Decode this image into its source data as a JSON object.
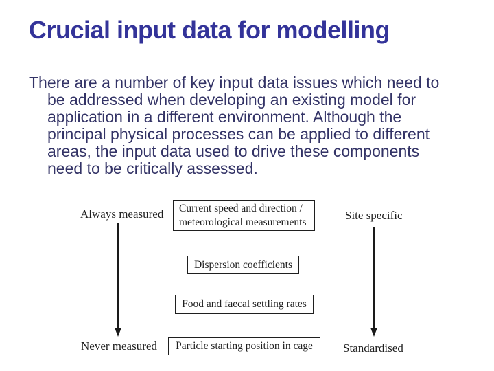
{
  "slide": {
    "title": "Crucial input data for modelling",
    "paragraph": {
      "lines": [
        "There are a number of key input data issues which need to",
        "be addressed when developing an existing model for",
        "application in a different environment. Although the",
        "principal physical processes can be applied to different",
        "areas, the input data used to drive these components",
        "need to be critically assessed."
      ]
    },
    "diagram": {
      "labels": {
        "top_left": "Always measured",
        "top_right": "Site specific",
        "bottom_left": "Never measured",
        "bottom_right": "Standardised"
      },
      "boxes": [
        {
          "lines": [
            "Current speed and direction /",
            "meteorological measurements"
          ]
        },
        {
          "lines": [
            "Dispersion coefficients"
          ]
        },
        {
          "lines": [
            "Food and faecal settling rates"
          ]
        },
        {
          "lines": [
            "Particle starting position in cage"
          ]
        }
      ]
    },
    "colors": {
      "title": "#333399",
      "body": "#333366",
      "diagram_ink": "#1f1f1f",
      "background": "#ffffff"
    }
  }
}
